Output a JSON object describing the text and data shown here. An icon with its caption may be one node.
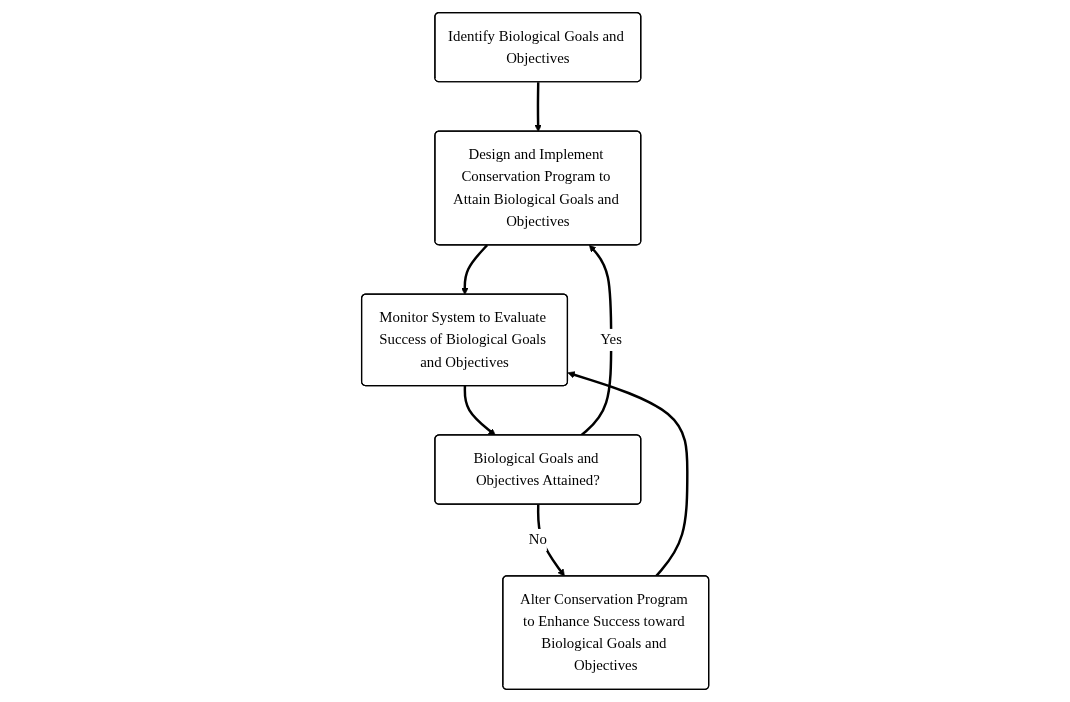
{
  "diagram": {
    "nodes": [
      {
        "text": [
          "Design and Implement Conservation Program to Attain Biological Goals and Objectives"
        ]
      },
      {
        "text": [
          "Identify Biological Goals and Objectives"
        ]
      },
      {
        "text": [
          "Biological Goals and Objectives Attained?"
        ]
      },
      {
        "text": [
          "Monitor System to Evaluate Success of Biological Goals and Objectives"
        ]
      },
      {
        "text": [
          "Alter Conservation Program to Enhance Success toward Biological Goals and Objectives"
        ]
      }
    ],
    "edges": [
      {
        "from": 1,
        "to": 0,
        "arrow": "to"
      },
      {
        "from": 0,
        "to": 3,
        "arrow": "to"
      },
      {
        "from": 3,
        "to": 2,
        "arrow": "to"
      },
      {
        "from": 2,
        "to": 0,
        "label": "Yes",
        "arrow": "to"
      },
      {
        "from": 2,
        "to": 4,
        "label": "No",
        "arrow": "to"
      },
      {
        "from": 4,
        "to": 3,
        "arrow": "to"
      }
    ]
  }
}
